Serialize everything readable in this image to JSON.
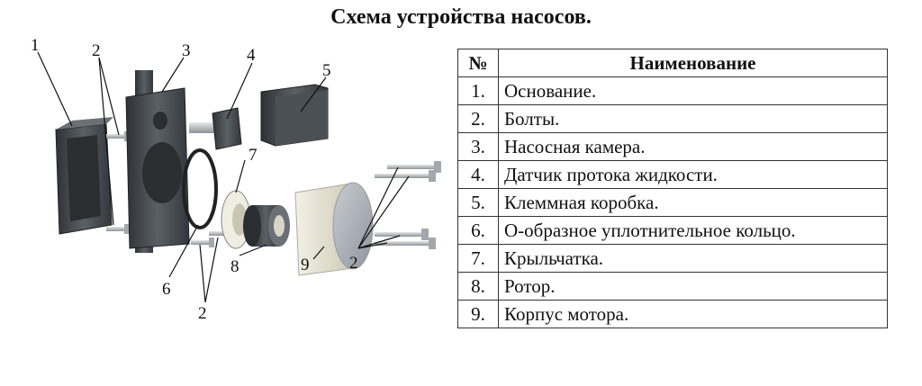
{
  "title": "Схема устройства насосов.",
  "table": {
    "headers": {
      "num": "№",
      "name": "Наименование"
    },
    "rows": [
      {
        "num": "1.",
        "name": "Основание."
      },
      {
        "num": "2.",
        "name": "Болты."
      },
      {
        "num": "3.",
        "name": "Насосная камера."
      },
      {
        "num": "4.",
        "name": "Датчик протока жидкости."
      },
      {
        "num": "5.",
        "name": "Клеммная коробка."
      },
      {
        "num": "6.",
        "name": "О-образное уплотнительное кольцо."
      },
      {
        "num": "7.",
        "name": "Крыльчатка."
      },
      {
        "num": "8.",
        "name": "Ротор."
      },
      {
        "num": "9.",
        "name": "Корпус мотора."
      }
    ]
  },
  "callouts": [
    "1",
    "2",
    "3",
    "4",
    "5",
    "6",
    "7",
    "8",
    "9",
    "2",
    "2"
  ],
  "colors": {
    "dark_plastic": "#3f4448",
    "light_plastic": "#e9e6d6",
    "metal": "#b8bcc0"
  }
}
